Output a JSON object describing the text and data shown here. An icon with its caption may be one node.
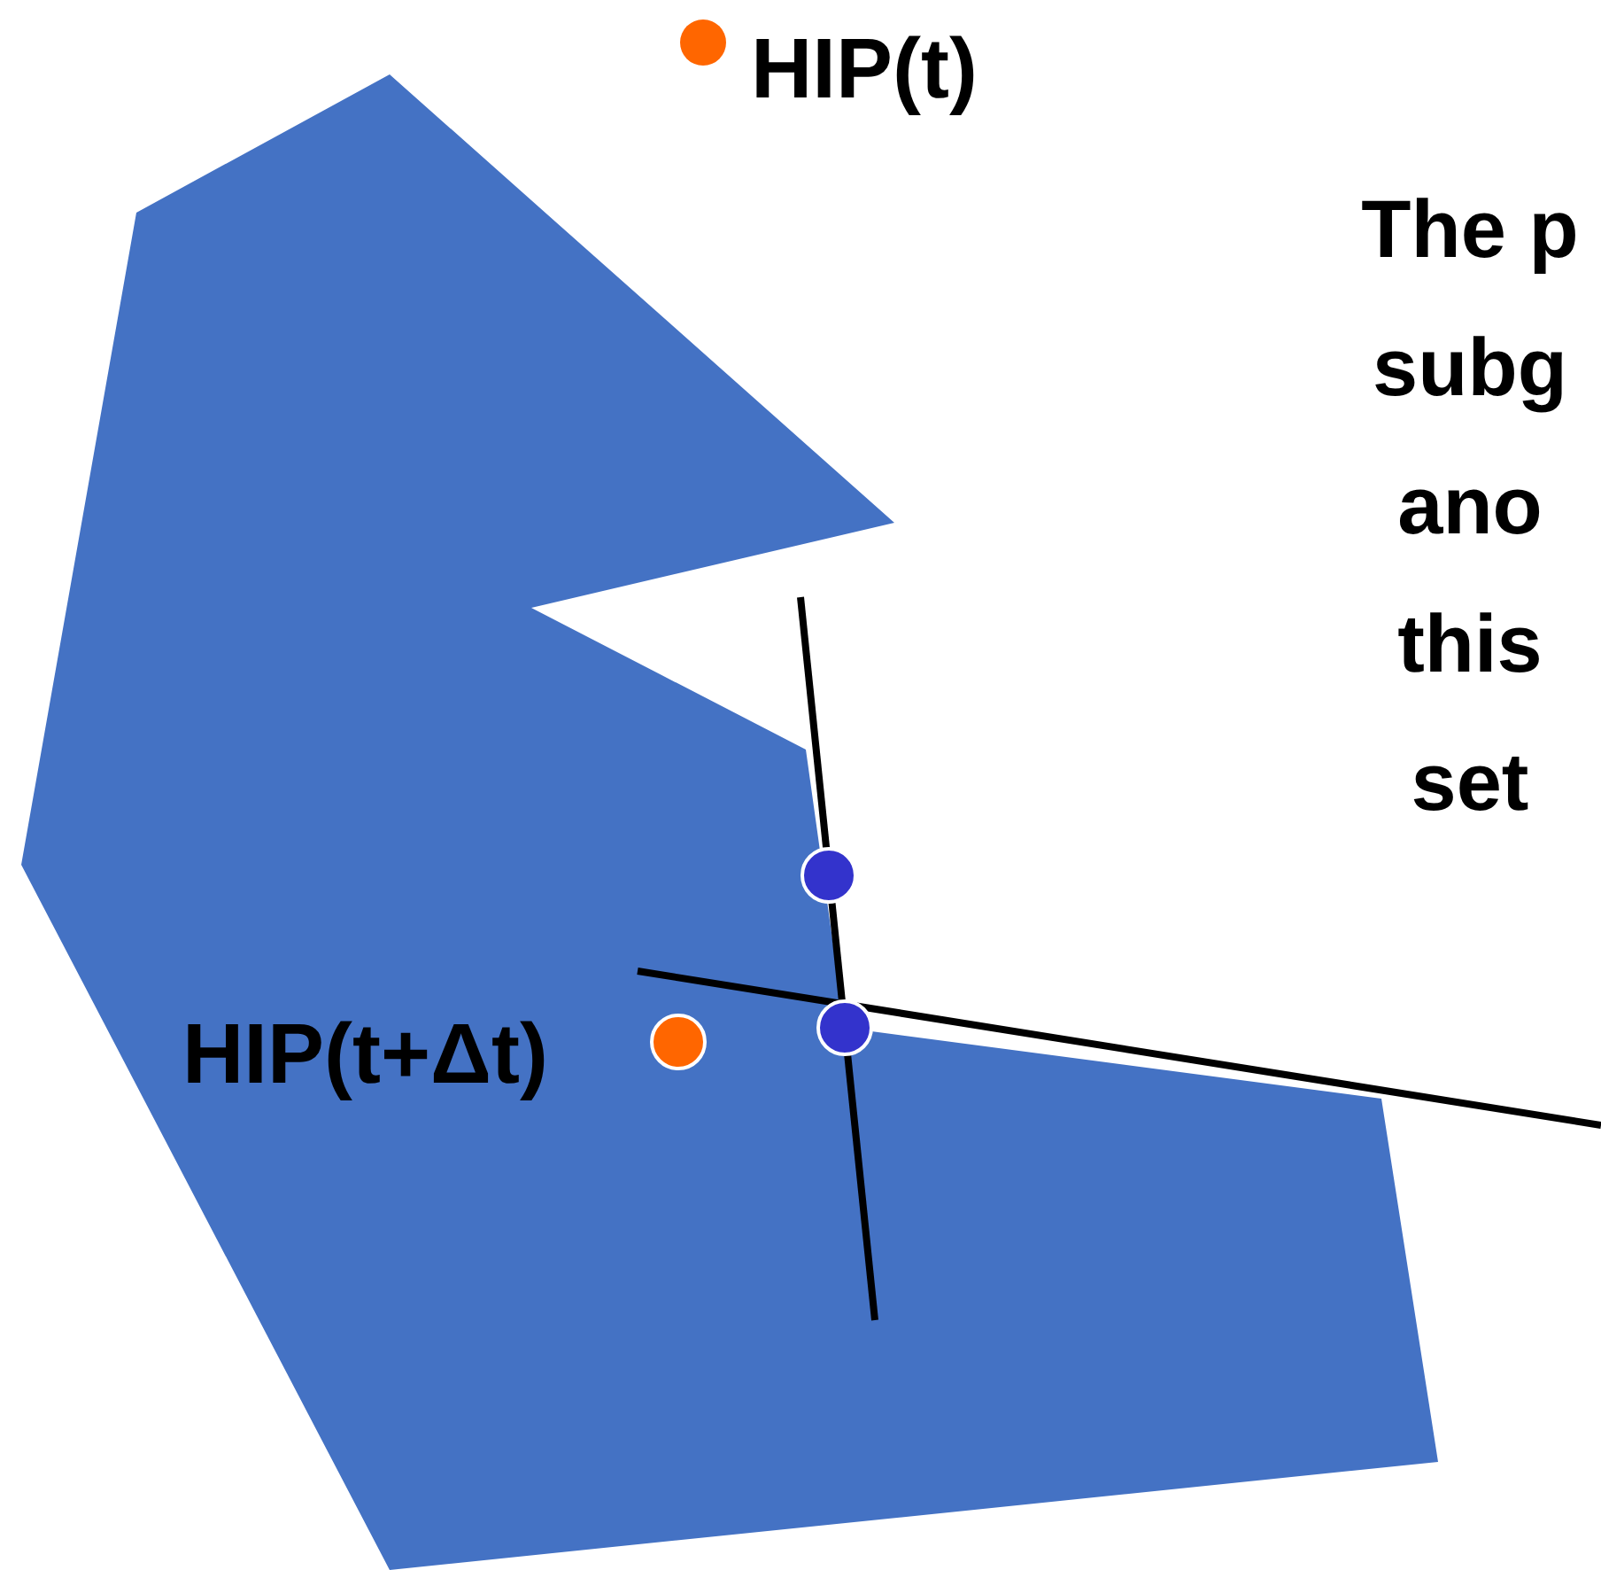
{
  "diagram": {
    "labels": [
      "HIP(t)",
      "The p subg ano this set",
      "HIP(t+Δt)"
    ]
  }
}
